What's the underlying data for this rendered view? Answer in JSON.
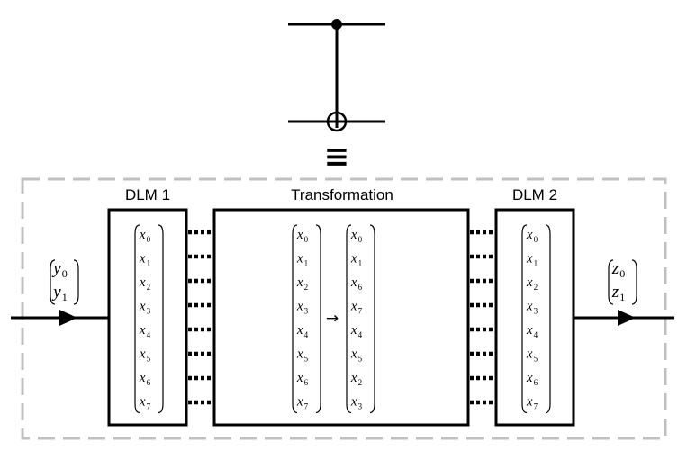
{
  "gate": {
    "equivalence_symbol": "≡"
  },
  "labels": {
    "dlm1": "DLM 1",
    "transformation": "Transformation",
    "dlm2": "DLM 2"
  },
  "input": {
    "var": "y",
    "subscripts": [
      "0",
      "1"
    ]
  },
  "output": {
    "var": "z",
    "subscripts": [
      "0",
      "1"
    ]
  },
  "dlm1_vector": [
    "0",
    "1",
    "2",
    "3",
    "4",
    "5",
    "6",
    "7"
  ],
  "transformation": {
    "var": "x",
    "before": [
      "0",
      "1",
      "2",
      "3",
      "4",
      "5",
      "6",
      "7"
    ],
    "arrow": "→",
    "after": [
      "0",
      "1",
      "6",
      "7",
      "4",
      "5",
      "2",
      "3"
    ]
  },
  "dlm2_vector": [
    "0",
    "1",
    "2",
    "3",
    "4",
    "5",
    "6",
    "7"
  ],
  "colors": {
    "dashed_border": "#c0c0c0",
    "line": "#000000"
  }
}
